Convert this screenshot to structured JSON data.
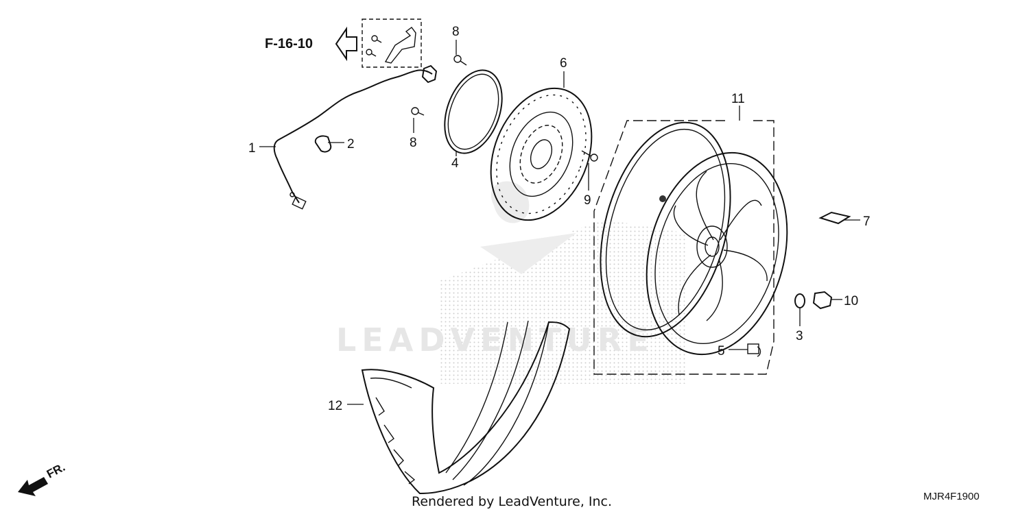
{
  "diagram": {
    "reference": "F-16-10",
    "direction_label": "FR.",
    "credit": "Rendered by LeadVenture, Inc.",
    "diagram_code": "MJR4F1900",
    "watermark": "LEADVENTURE",
    "callouts": {
      "p1": "1",
      "p2": "2",
      "p3": "3",
      "p4": "4",
      "p5": "5",
      "p6": "6",
      "p7": "7",
      "p8a": "8",
      "p8b": "8",
      "p9": "9",
      "p10": "10",
      "p11": "11",
      "p12": "12"
    }
  }
}
